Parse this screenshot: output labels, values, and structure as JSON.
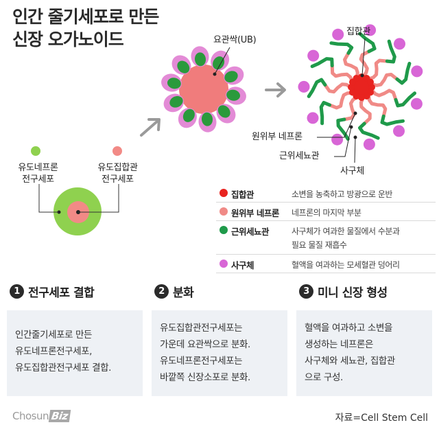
{
  "title": {
    "line1": "인간 줄기세포로 만든",
    "line2": "신장 오가노이드"
  },
  "diagram": {
    "cells": {
      "nephron_progenitor": "유도네프론\n전구세포",
      "collecting_duct_progenitor": "유도집합관\n전구세포"
    },
    "ub_label": "요관싹(UB)",
    "collecting_duct_label": "집합관",
    "distal_nephron_label": "원위부 네프론",
    "proximal_tubule_label": "근위세뇨관",
    "glomerulus_label": "사구체"
  },
  "legend": [
    {
      "name": "집합관",
      "desc": [
        "소변을 농축하고 방광으로 운반"
      ],
      "color": "#e8231f"
    },
    {
      "name": "원위부 네프론",
      "desc": [
        "네프론의 마지막 부분"
      ],
      "color": "#f08a86"
    },
    {
      "name": "근위세뇨관",
      "desc": [
        "사구체가 여과한 물질에서 수분과",
        "필요 물질 재흡수"
      ],
      "color": "#1f9a4a"
    },
    {
      "name": "사구체",
      "desc": [
        "혈액을 여과하는 모세혈관 덩어리"
      ],
      "color": "#d866d6"
    }
  ],
  "steps": [
    {
      "num": "1",
      "title": "전구세포 결합",
      "lines": [
        "인간줄기세포로 만든",
        "유도네프론전구세포,",
        "유도집합관전구세포 결합."
      ]
    },
    {
      "num": "2",
      "title": "분화",
      "lines": [
        "유도집합관전구세포는",
        "가운데 요관싹으로 분화.",
        "유도네프론전구세포는",
        "바깥쪽 신장소포로 분화."
      ]
    },
    {
      "num": "3",
      "title": "미니 신장 형성",
      "lines": [
        "혈액을 여과하고 소변을",
        "생성하는 네프론은",
        "사구체와 세뇨관, 집합관",
        "으로 구성."
      ]
    }
  ],
  "footer": {
    "logo_main": "Chosun",
    "logo_biz": "Biz",
    "source": "자료=Cell Stem Cell"
  },
  "colors": {
    "collecting_duct": "#e8231f",
    "distal_nephron": "#f08a86",
    "proximal_tubule": "#1f9a4a",
    "glomerulus": "#d866d6",
    "progenitor_green": "#8fd14f",
    "arrow_gray": "#9a9a9a"
  }
}
